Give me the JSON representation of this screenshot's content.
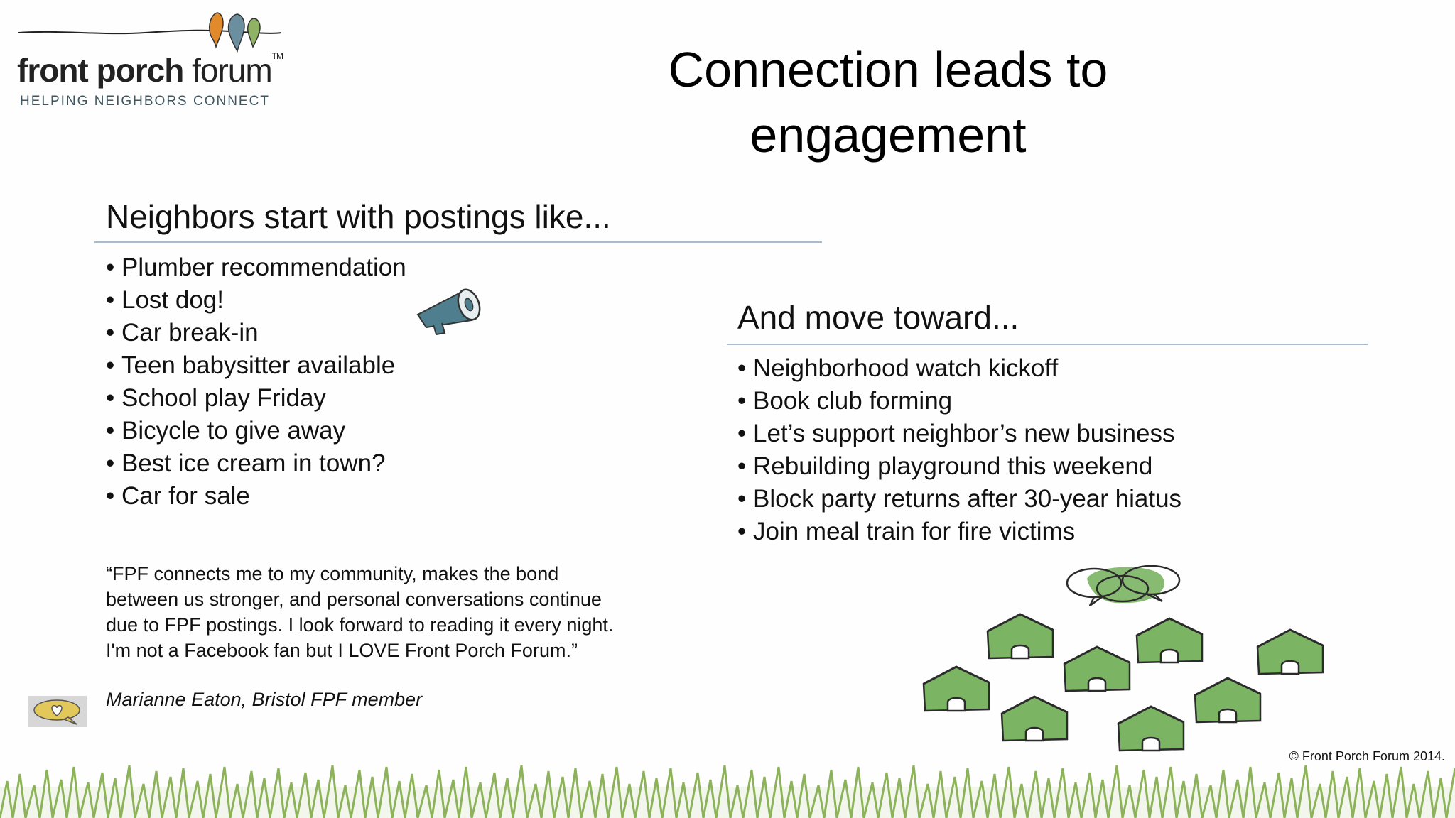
{
  "logo": {
    "name_bold": "front porch",
    "name_light": " forum",
    "trademark": "TM",
    "tagline": "HELPING NEIGHBORS CONNECT"
  },
  "title": {
    "line1": "Connection leads to",
    "line2": "engagement"
  },
  "left_section": {
    "heading": "Neighbors start with postings like...",
    "items": [
      "Plumber recommendation",
      "Lost dog!",
      "Car break-in",
      "Teen babysitter available",
      "School play Friday",
      "Bicycle to give away",
      "Best ice cream in town?",
      "Car for sale"
    ]
  },
  "right_section": {
    "heading": "And move toward...",
    "items": [
      "Neighborhood watch kickoff",
      "Book club forming",
      "Let’s support neighbor’s new business",
      "Rebuilding playground this weekend",
      "Block party returns after 30-year hiatus",
      "Join meal train for fire victims"
    ]
  },
  "quote": {
    "text": "“FPF connects me to my community, makes the bond between us stronger, and personal conversations continue due to FPF postings. I look forward to reading it every night.  I'm not a Facebook fan but I LOVE Front Porch Forum.”",
    "attribution": "Marianne Eaton, Bristol FPF member"
  },
  "footer": {
    "copyright": "© Front Porch Forum 2014."
  },
  "icons": {
    "megaphone": "megaphone-icon",
    "heart_bubble": "heart-speech-bubble-icon",
    "houses": "neighborhood-houses-illustration",
    "grass": "grass-border"
  },
  "colors": {
    "rule": "#a8bccf",
    "house_green": "#7bb463",
    "grass_green": "#8db35a",
    "bird_orange": "#e08a2c",
    "bird_blue": "#6c8fa0",
    "bird_green": "#8fb264",
    "megaphone": "#4f7f8e"
  }
}
